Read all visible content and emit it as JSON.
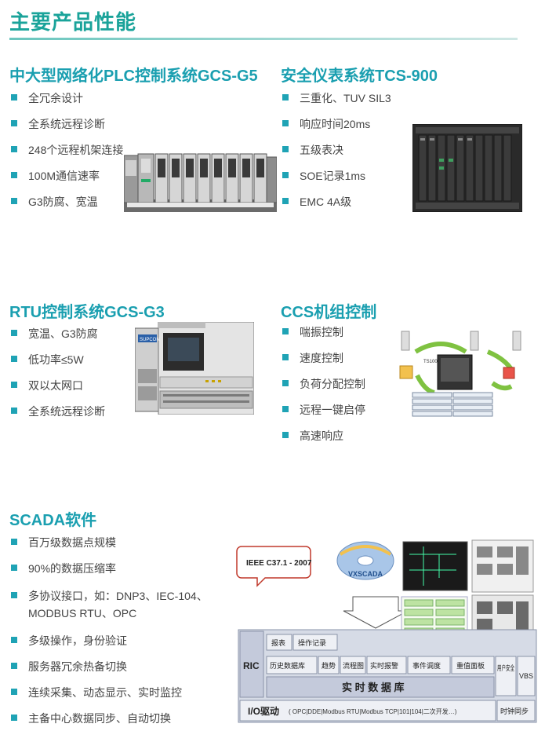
{
  "page_title": "主要产品性能",
  "sections": [
    {
      "title": "中大型网络化PLC控制系统GCS-G5",
      "items": [
        "全冗余设计",
        "全系统远程诊断",
        "248个远程机架连接",
        "100M通信速率",
        "G3防腐、宽温"
      ]
    },
    {
      "title": "安全仪表系统TCS-900",
      "items": [
        "三重化、TUV SIL3",
        "响应时间20ms",
        "五级表决",
        "SOE记录1ms",
        "EMC 4A级"
      ]
    },
    {
      "title": "RTU控制系统GCS-G3",
      "items": [
        "宽温、G3防腐",
        "低功率≤5W",
        "双以太网口",
        "全系统远程诊断"
      ]
    },
    {
      "title": "CCS机组控制",
      "items": [
        "喘振控制",
        "速度控制",
        "负荷分配控制",
        "远程一键启停",
        "高速响应"
      ]
    },
    {
      "title": "SCADA软件",
      "items": [
        "百万级数据点规模",
        "90%的数据压缩率",
        "多协议接口，如：DNP3、IEC-104、MODBUS RTU、OPC",
        "多级操作，身份验证",
        "服务器冗余热备切换",
        "连续采集、动态显示、实时监控",
        "主备中心数据同步、自动切换"
      ]
    }
  ],
  "images": {
    "rtu_brand": "SUPCON",
    "ccs_center": "TS100"
  },
  "scada_diagram": {
    "standard": "IEEE C37.1 - 2007",
    "disc_label": "VXSCADA",
    "ric": "RIC",
    "top_modules": [
      "报表",
      "操作记录"
    ],
    "modules": [
      "历史数据库",
      "趋势",
      "流程图",
      "实时报警",
      "事件调度",
      "重值面板"
    ],
    "user_security": "用户安全",
    "vbs": "VBS",
    "realtime_db": "实 时 数 据 库",
    "io_driver": "I/O驱动",
    "io_protocols": "( OPC|DDE|Modbus RTU|Modbus TCP|101|104|二次开发…)",
    "time_sync": "时钟同步"
  }
}
